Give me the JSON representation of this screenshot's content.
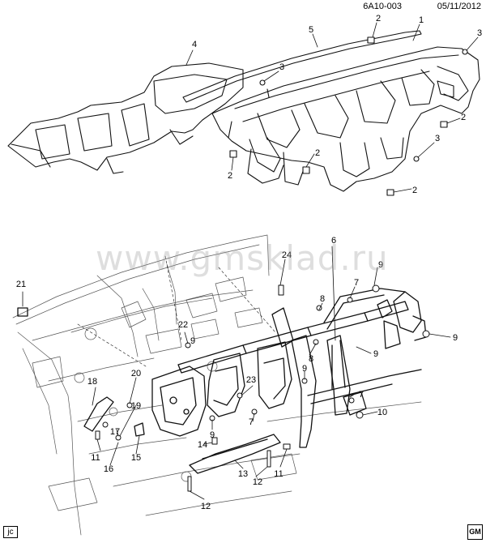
{
  "header": {
    "diagram_code": "6A10-003",
    "date": "05/11/2012"
  },
  "watermark": "www.gmsklad.ru",
  "author_tag": "jc",
  "logo_text": "GM",
  "callouts": {
    "top": [
      "1",
      "2",
      "2",
      "2",
      "2",
      "2",
      "3",
      "3",
      "3",
      "4",
      "5"
    ],
    "bottom": [
      "6",
      "7",
      "7",
      "7",
      "8",
      "8",
      "9",
      "9",
      "9",
      "9",
      "9",
      "9",
      "10",
      "11",
      "11",
      "12",
      "12",
      "13",
      "14",
      "15",
      "16",
      "17",
      "18",
      "19",
      "20",
      "21",
      "22",
      "23",
      "24"
    ]
  }
}
